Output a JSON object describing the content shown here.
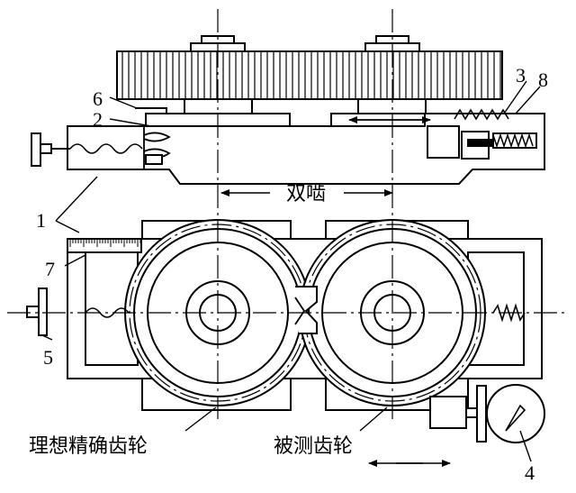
{
  "labels": {
    "n1": "1",
    "n2": "2",
    "n3": "3",
    "n4": "4",
    "n5": "5",
    "n6": "6",
    "n7": "7",
    "n8": "8",
    "double_mesh": "双啮",
    "ideal_gear": "理想精确齿轮",
    "tested_gear": "被测齿轮"
  },
  "colors": {
    "line": "#000000",
    "background": "#ffffff"
  }
}
